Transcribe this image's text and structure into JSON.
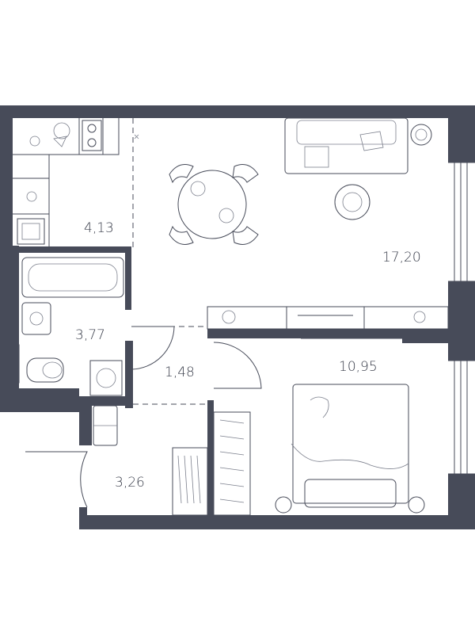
{
  "rooms": [
    {
      "key": "kitchen",
      "area": "4,13"
    },
    {
      "key": "living",
      "area": "17,20"
    },
    {
      "key": "bathroom",
      "area": "3,77"
    },
    {
      "key": "hall",
      "area": "1,48"
    },
    {
      "key": "bedroom",
      "area": "10,95"
    },
    {
      "key": "entrance",
      "area": "3,26"
    }
  ],
  "colors": {
    "wall": "#474b59",
    "line": "#474b59",
    "text": "#3a3e4b",
    "background": "#ffffff"
  }
}
